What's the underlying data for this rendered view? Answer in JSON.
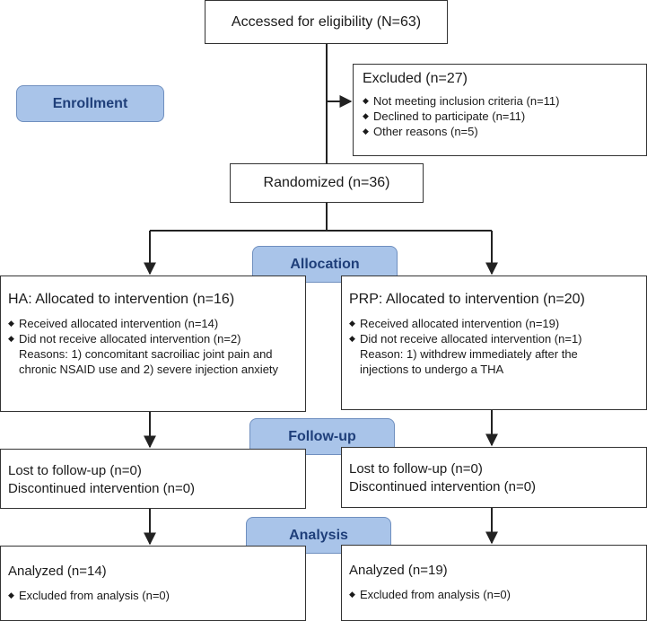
{
  "eligibility": {
    "label": "Accessed for eligibility (N=63)"
  },
  "excluded": {
    "title": "Excluded (n=27)",
    "items": [
      "Not meeting inclusion criteria (n=11)",
      "Declined to participate (n=11)",
      "Other reasons (n=5)"
    ]
  },
  "stages": {
    "enrollment": "Enrollment",
    "allocation": "Allocation",
    "followup": "Follow-up",
    "analysis": "Analysis"
  },
  "randomized": {
    "label": "Randomized (n=36)"
  },
  "ha": {
    "allocation": {
      "title": "HA: Allocated to intervention (n=16)",
      "items": [
        "Received allocated intervention (n=14)",
        "Did not receive allocated intervention (n=2)"
      ],
      "reason": "Reasons: 1) concomitant sacroiliac joint pain and chronic NSAID use and 2) severe injection anxiety"
    },
    "followup": {
      "lost": "Lost to follow-up (n=0)",
      "discontinued": "Discontinued intervention (n=0)"
    },
    "analysis": {
      "title": "Analyzed (n=14)",
      "excluded": "Excluded from analysis (n=0)"
    }
  },
  "prp": {
    "allocation": {
      "title": "PRP: Allocated to intervention (n=20)",
      "items": [
        "Received allocated intervention (n=19)",
        "Did not receive allocated intervention (n=1)"
      ],
      "reason": "Reason: 1) withdrew immediately after the injections to undergo a THA"
    },
    "followup": {
      "lost": "Lost to follow-up (n=0)",
      "discontinued": "Discontinued intervention (n=0)"
    },
    "analysis": {
      "title": "Analyzed (n=19)",
      "excluded": "Excluded from analysis (n=0)"
    }
  }
}
